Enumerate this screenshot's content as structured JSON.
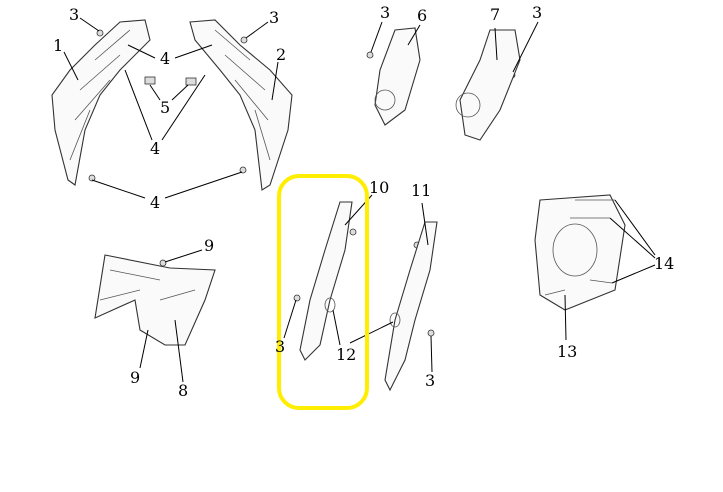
{
  "diagram": {
    "title": "Exploded parts diagram",
    "highlight_color": "#ffee00",
    "callouts": [
      {
        "id": "c3a",
        "text": "3"
      },
      {
        "id": "c1",
        "text": "1"
      },
      {
        "id": "c4a",
        "text": "4"
      },
      {
        "id": "c3b",
        "text": "3"
      },
      {
        "id": "c2",
        "text": "2"
      },
      {
        "id": "c5",
        "text": "5"
      },
      {
        "id": "c4b",
        "text": "4"
      },
      {
        "id": "c4c",
        "text": "4"
      },
      {
        "id": "c3c",
        "text": "3"
      },
      {
        "id": "c6",
        "text": "6"
      },
      {
        "id": "c7",
        "text": "7"
      },
      {
        "id": "c3d",
        "text": "3"
      },
      {
        "id": "c10",
        "text": "10"
      },
      {
        "id": "c11",
        "text": "11"
      },
      {
        "id": "c9a",
        "text": "9"
      },
      {
        "id": "c9b",
        "text": "9"
      },
      {
        "id": "c8",
        "text": "8"
      },
      {
        "id": "c3e",
        "text": "3"
      },
      {
        "id": "c12",
        "text": "12"
      },
      {
        "id": "c3f",
        "text": "3"
      },
      {
        "id": "c14",
        "text": "14"
      },
      {
        "id": "c13",
        "text": "13"
      }
    ]
  }
}
